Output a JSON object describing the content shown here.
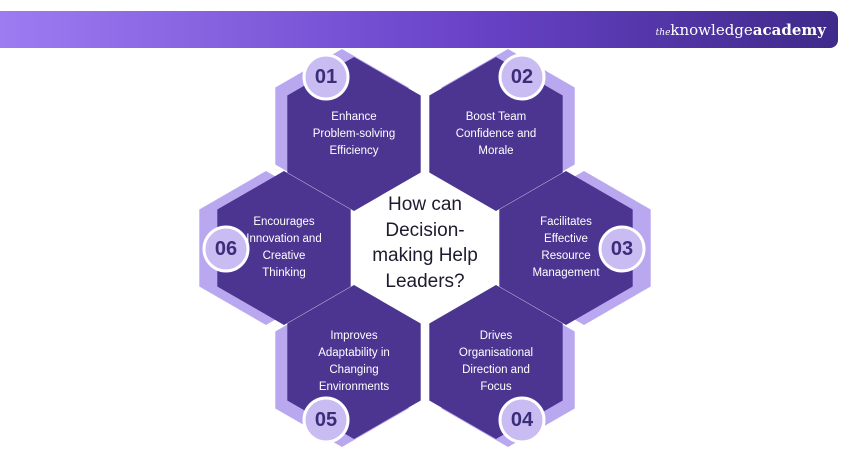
{
  "header": {
    "logo_the": "the",
    "logo_knowledge": "knowledge",
    "logo_academy": "academy"
  },
  "center": {
    "line1": "How can",
    "line2": "Decision-",
    "line3": "making Help",
    "line4": "Leaders?"
  },
  "items": [
    {
      "number": "01",
      "lines": [
        "Enhance",
        "Problem-solving",
        "Efficiency"
      ]
    },
    {
      "number": "02",
      "lines": [
        "Boost Team",
        "Confidence and",
        "Morale"
      ]
    },
    {
      "number": "03",
      "lines": [
        "Facilitates",
        "Effective",
        "Resource",
        "Management"
      ]
    },
    {
      "number": "04",
      "lines": [
        "Drives",
        "Organisational",
        "Direction and",
        "Focus"
      ]
    },
    {
      "number": "05",
      "lines": [
        "Improves",
        "Adaptability in",
        "Changing",
        "Environments"
      ]
    },
    {
      "number": "06",
      "lines": [
        "Encourages",
        "Innovation and",
        "Creative",
        "Thinking"
      ]
    }
  ],
  "colors": {
    "hex_fill": "#4b3591",
    "hex_back": "#b9a8f0",
    "badge_fill": "#c8bcf3",
    "badge_ring": "#ffffff",
    "number_text": "#3a2d7a",
    "banner_start": "#9d7cf2",
    "banner_end": "#3f2a8a"
  }
}
